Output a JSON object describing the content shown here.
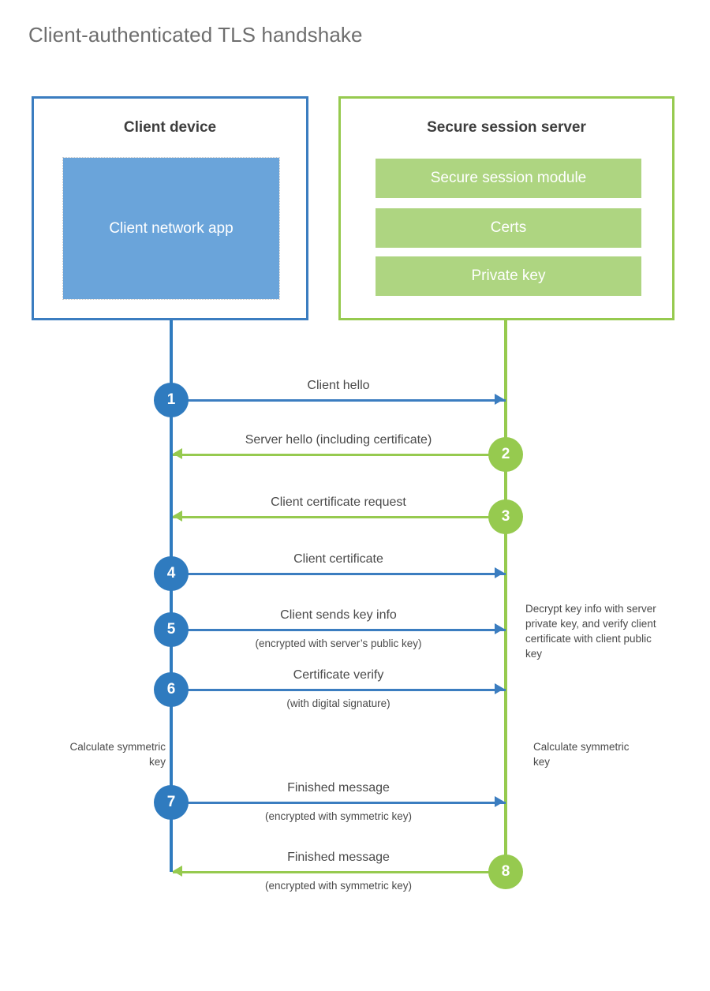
{
  "title": "Client-authenticated TLS handshake",
  "colors": {
    "client_blue": "#3b7dc0",
    "client_app_fill": "#6aa4da",
    "server_green": "#96ca4f",
    "server_module_fill": "#aed581",
    "step_circle_blue": "#2f7bbf",
    "text_gray": "#4a4a4a",
    "title_gray": "#6e6e6e"
  },
  "client": {
    "title": "Client device",
    "app_label": "Client network app"
  },
  "server": {
    "title": "Secure session server",
    "modules": [
      {
        "label": "Secure session module"
      },
      {
        "label": "Certs"
      },
      {
        "label": "Private key"
      }
    ]
  },
  "steps": [
    {
      "number": "1",
      "origin": "client",
      "direction": "right",
      "label": "Client hello",
      "sub": ""
    },
    {
      "number": "2",
      "origin": "server",
      "direction": "left",
      "label": "Server hello (including certificate)",
      "sub": ""
    },
    {
      "number": "3",
      "origin": "server",
      "direction": "left",
      "label": "Client certificate request",
      "sub": ""
    },
    {
      "number": "4",
      "origin": "client",
      "direction": "right",
      "label": "Client certificate",
      "sub": ""
    },
    {
      "number": "5",
      "origin": "client",
      "direction": "right",
      "label": "Client sends key info",
      "sub": "(encrypted with server’s public key)"
    },
    {
      "number": "6",
      "origin": "client",
      "direction": "right",
      "label": "Certificate verify",
      "sub": "(with digital signature)"
    },
    {
      "number": "7",
      "origin": "client",
      "direction": "right",
      "label": "Finished message",
      "sub": "(encrypted with symmetric key)"
    },
    {
      "number": "8",
      "origin": "server",
      "direction": "left",
      "label": "Finished message",
      "sub": "(encrypted with symmetric key)"
    }
  ],
  "annotations": {
    "server_decrypt": "Decrypt key info with server private key, and verify client certificate with client public key",
    "client_calc": "Calculate symmetric key",
    "server_calc": "Calculate symmetric key"
  }
}
